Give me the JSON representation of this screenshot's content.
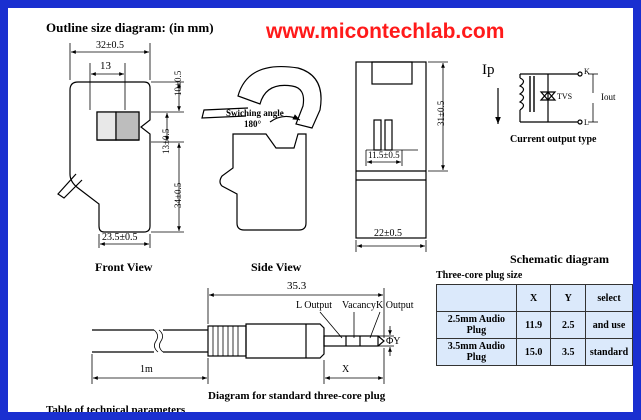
{
  "header": {
    "title": "Outline size diagram: (in mm)",
    "website": "www.micontechlab.com"
  },
  "front_view": {
    "caption": "Front View",
    "dim_top": "32±0.5",
    "dim_inner": "13",
    "dim_right_upper": "10±0.5",
    "dim_right_mid": "13±0.5",
    "dim_right_lower": "34±0.5",
    "dim_bottom": "23.5±0.5"
  },
  "side_view": {
    "caption": "Side View",
    "switching_angle_label": "Swiching angle",
    "switching_angle_value": "180°"
  },
  "top_view": {
    "dim_height": "31±0.5",
    "dim_slot": "11.5±0.5",
    "dim_bottom": "22±0.5"
  },
  "circuit": {
    "ip_label": "Ip",
    "k_label": "K",
    "l_label": "L",
    "tvs_label": "TVS",
    "iout_label": "Iout",
    "caption": "Current output type"
  },
  "schematic": {
    "title": "Schematic diagram",
    "plug_size_label": "Three-core plug size",
    "table": {
      "headers": [
        "",
        "X",
        "Y",
        "select"
      ],
      "rows": [
        [
          "2.5mm Audio Plug",
          "11.9",
          "2.5",
          "and use"
        ],
        [
          "3.5mm Audio Plug",
          "15.0",
          "3.5",
          "standard"
        ]
      ]
    }
  },
  "plug_diagram": {
    "dim_total": "35.3",
    "l_output": "L Output",
    "vacancy": "Vacancy",
    "k_output": "K Output",
    "phi_y": "ΦY",
    "x_label": "X",
    "cable_length": "1m",
    "caption": "Diagram for standard three-core plug",
    "cut_text": "Table of technical parameters"
  }
}
